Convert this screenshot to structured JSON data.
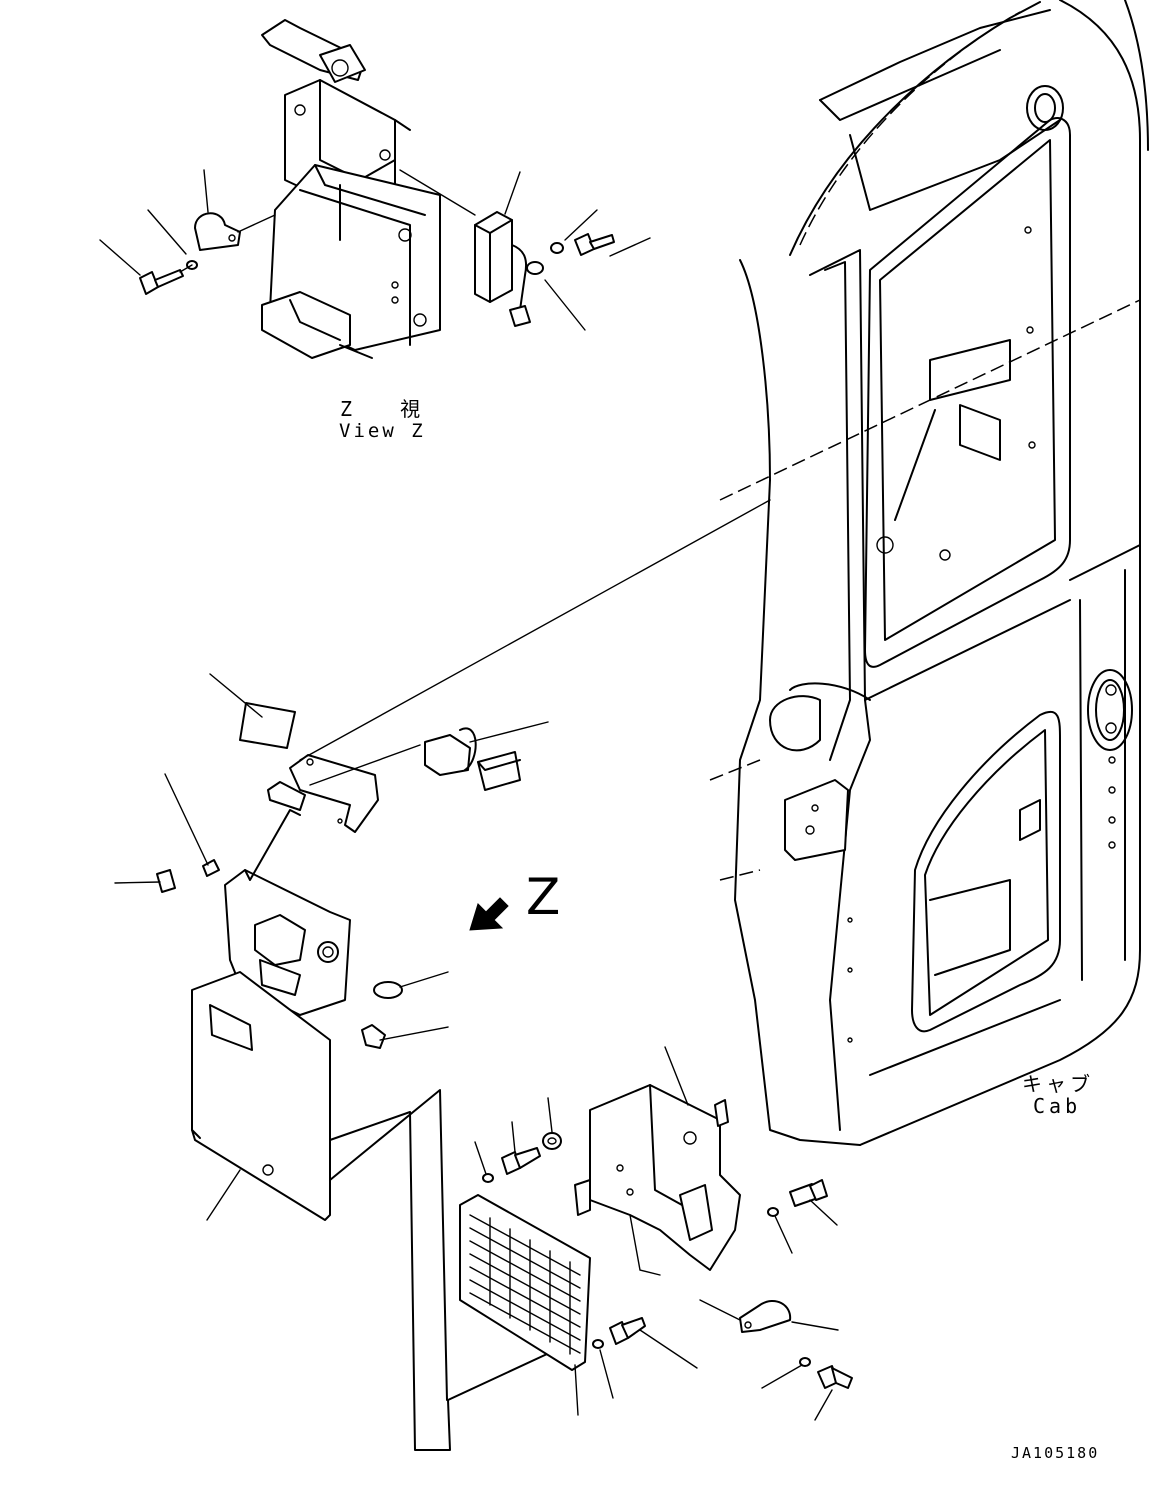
{
  "labels": {
    "view_z_jp": "Z 視",
    "view_z_en": "View Z",
    "view_direction": "Z",
    "cab_jp": "キャブ",
    "cab_en": "Cab",
    "drawing_number": "JA105180"
  }
}
